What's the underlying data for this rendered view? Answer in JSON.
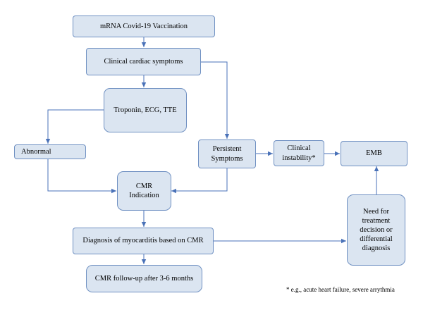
{
  "diagram": {
    "nodes": {
      "vaccination": "mRNA Covid-19 Vaccination",
      "symptoms": "Clinical cardiac symptoms",
      "tests": "Troponin, ECG, TTE",
      "abnormal": "Abnormal",
      "persistent": "Persistent\nSymptoms",
      "instability": "Clinical\ninstability*",
      "emb": "EMB",
      "cmr_indication": "CMR Indication",
      "diagnosis": "Diagnosis of myocarditis based on CMR",
      "need": "Need for\ntreatment\ndecision or\ndifferential\ndiagnosis",
      "followup": "CMR follow-up after 3-6 months"
    },
    "footnote": "* e.g., acute heart failure, severe arrythmia"
  }
}
